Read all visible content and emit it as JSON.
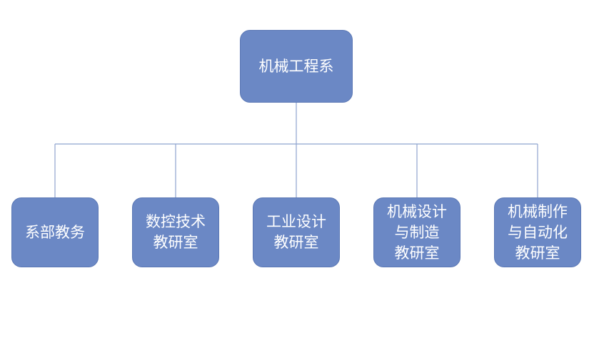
{
  "org_chart": {
    "root": {
      "label": "机械工程系"
    },
    "children": [
      {
        "lines": [
          "系部教务"
        ]
      },
      {
        "lines": [
          "数控技术",
          "教研室"
        ]
      },
      {
        "lines": [
          "工业设计",
          "教研室"
        ]
      },
      {
        "lines": [
          "机械设计",
          "与制造",
          "教研室"
        ]
      },
      {
        "lines": [
          "机械制作",
          "与自动化",
          "教研室"
        ]
      }
    ]
  },
  "colors": {
    "node_fill": "#6b88c5",
    "node_border": "#5a77b4",
    "connector": "#8ea3cf",
    "text": "#ffffff"
  }
}
